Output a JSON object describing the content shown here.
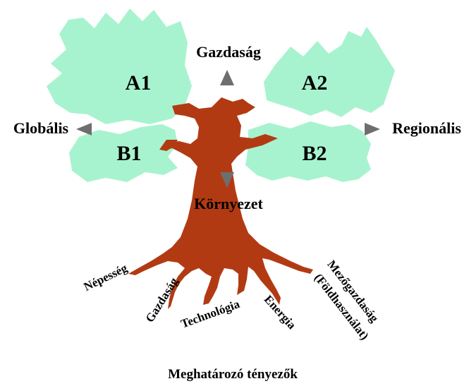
{
  "colors": {
    "foliage": "#a8f3cf",
    "trunk": "#b23a13",
    "arrow": "#6e6e6e"
  },
  "quadrants": {
    "a1": "A1",
    "a2": "A2",
    "b1": "B1",
    "b2": "B2"
  },
  "axes": {
    "top": "Gazdaság",
    "left": "Globális",
    "right": "Regionális",
    "bottom": "Környezet"
  },
  "roots": {
    "nepesseg": "Népesség",
    "gazdasag": "Gazdaság",
    "technologia": "Technológia",
    "energia": "Energia",
    "mezogazdasag_line1": "Mezőgazdaság",
    "mezogazdasag_line2": "(Földhasználat)"
  },
  "footer": "Meghatározó tényezők"
}
